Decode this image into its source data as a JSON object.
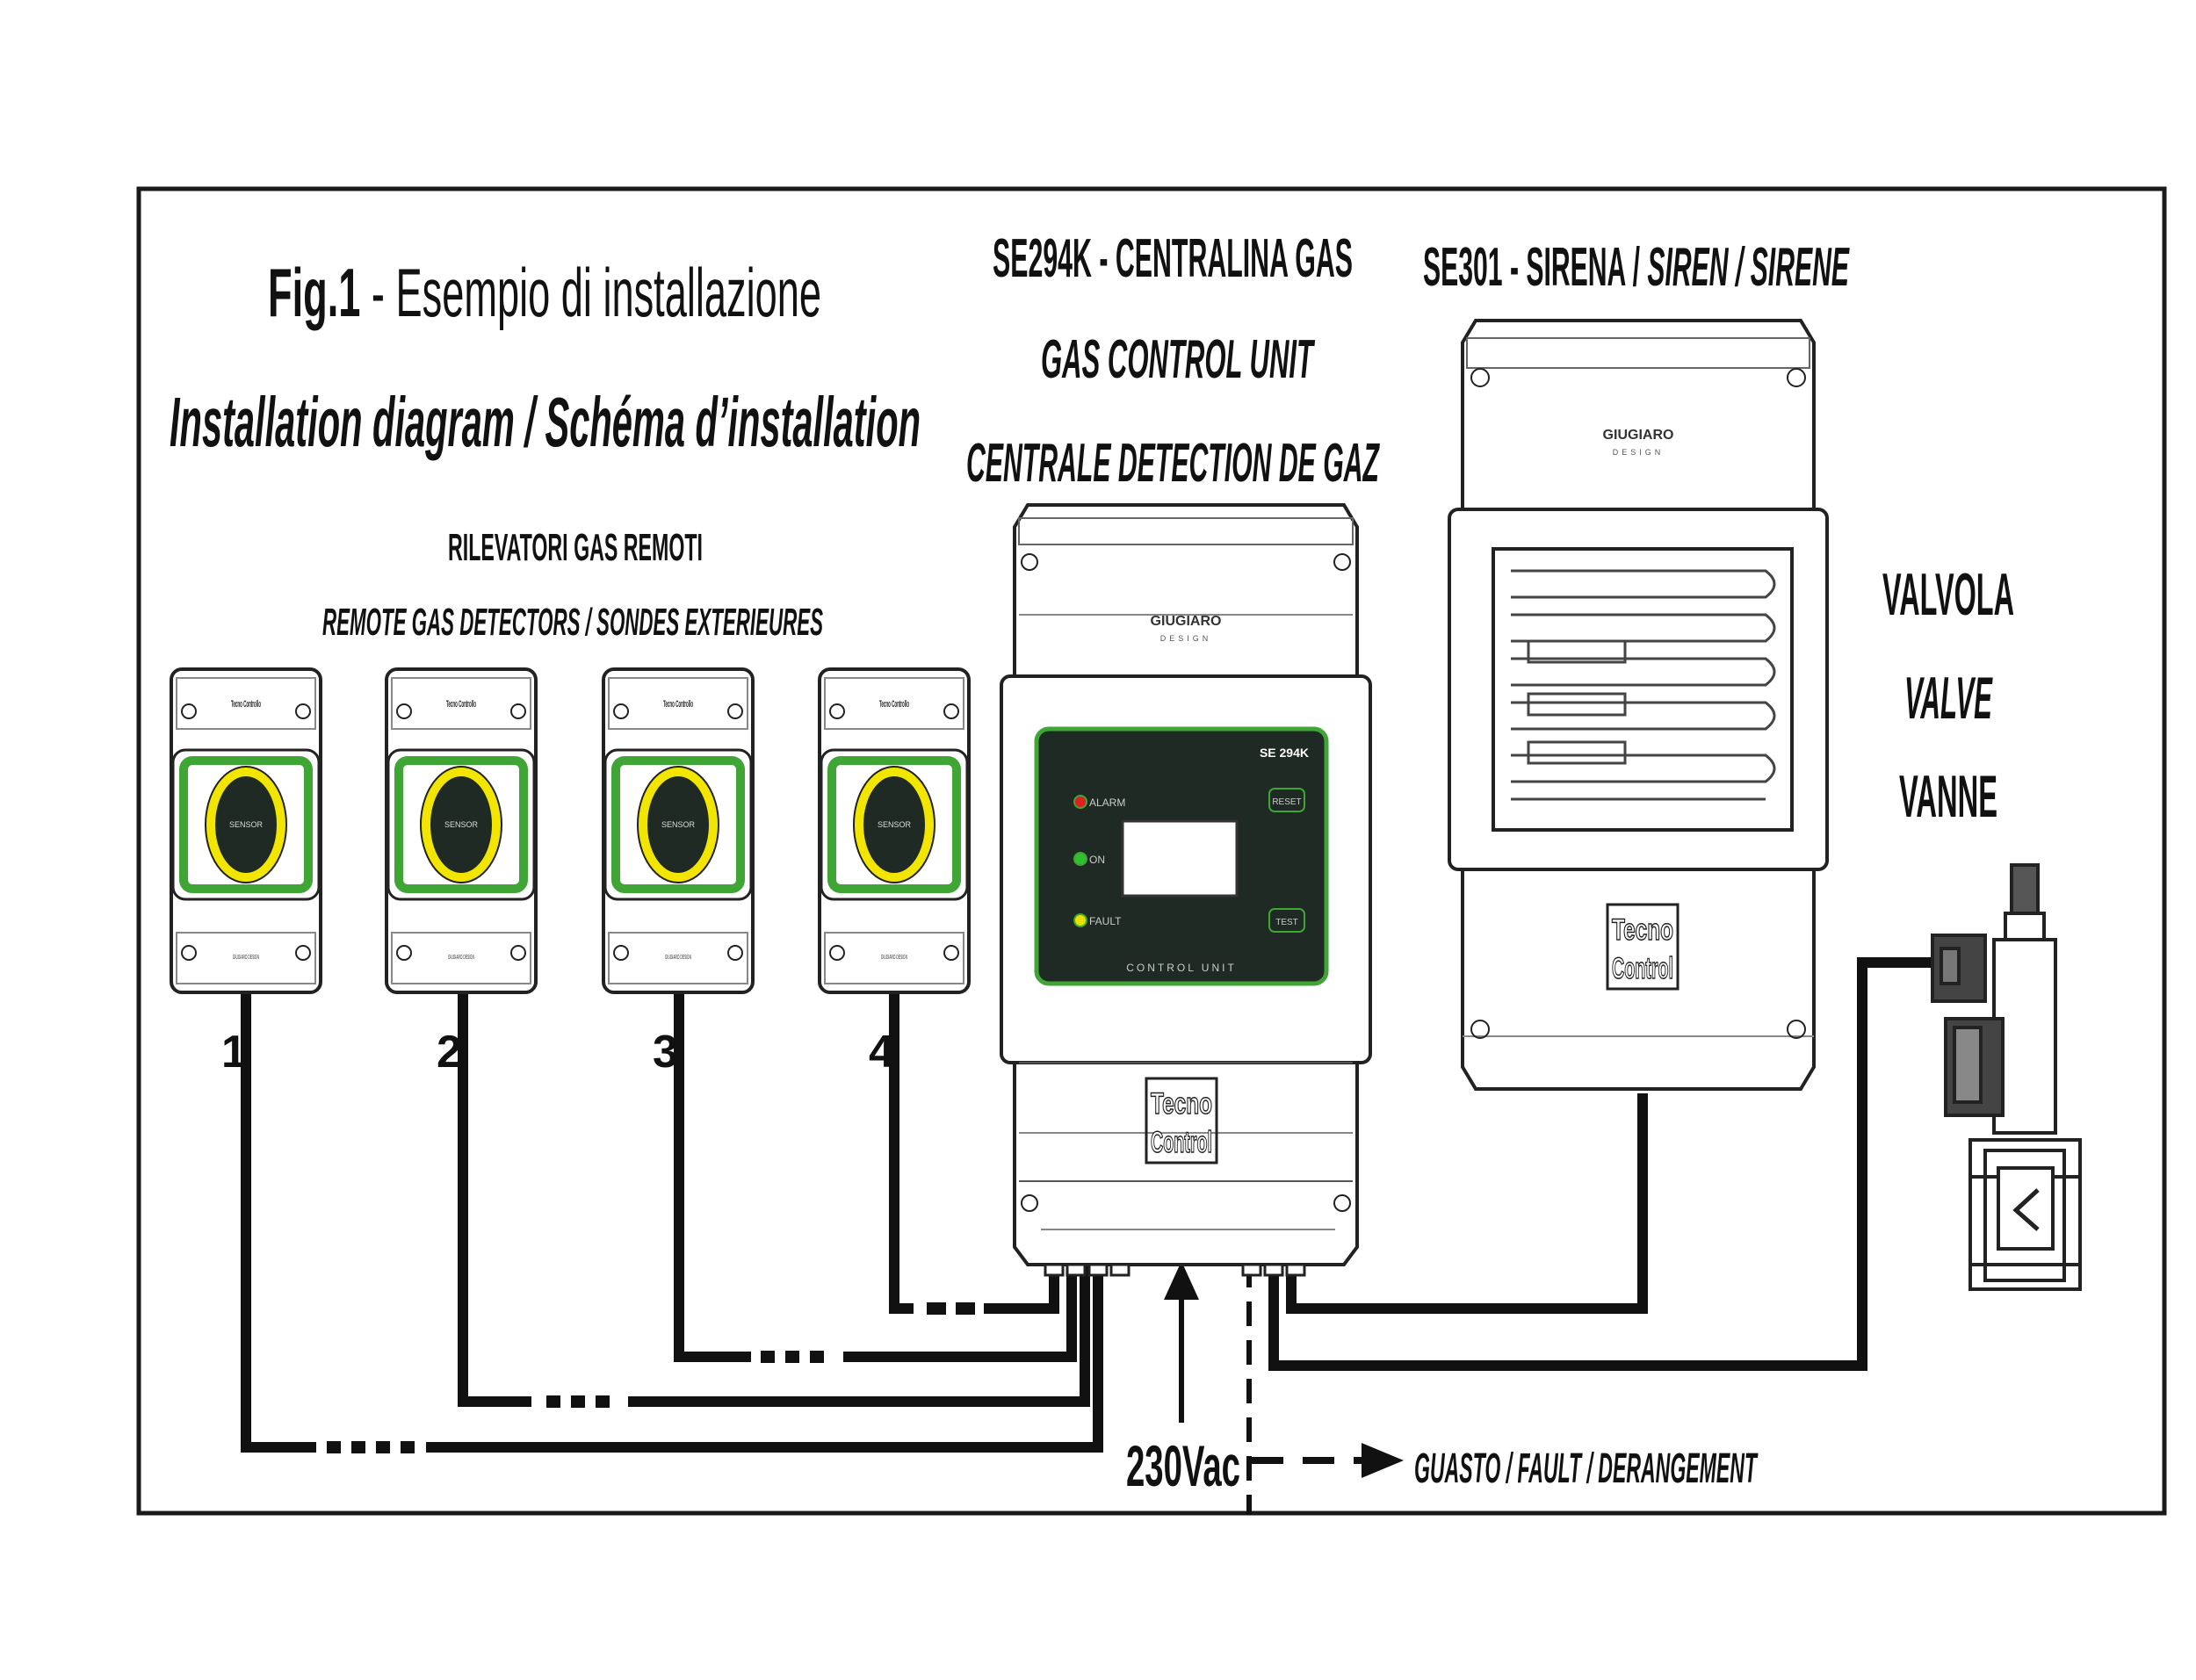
{
  "title": {
    "fig": "Fig.1",
    "main": " - Esempio di installazione",
    "sub": "Installation diagram / Schéma d’installation"
  },
  "detectors": {
    "heading_it": "RILEVATORI GAS REMOTI",
    "heading_en_fr": "REMOTE GAS DETECTORS / SONDES EXTERIEURES",
    "brand_top": "Tecno Controllo",
    "sensor_label": "SENSOR",
    "brand_bottom": "GIUGIARO DESIGN",
    "items": [
      {
        "number": "1"
      },
      {
        "number": "2"
      },
      {
        "number": "3"
      },
      {
        "number": "4"
      }
    ]
  },
  "control_unit": {
    "title_line1": "SE294K - CENTRALINA GAS",
    "title_line2": "GAS CONTROL UNIT",
    "title_line3": "CENTRALE DETECTION DE GAZ",
    "brand_top": "GIUGIARO",
    "brand_top_sub": "DESIGN",
    "model_badge": "SE 294K",
    "led_alarm": "ALARM",
    "led_on": "ON",
    "led_fault": "FAULT",
    "btn_reset": "RESET",
    "btn_test": "TEST",
    "panel_caption": "CONTROL UNIT",
    "logo_line1": "Tecno",
    "logo_line2": "Control"
  },
  "siren": {
    "title_plain": "SE301 - SIRENA / ",
    "title_italic": "SIREN / SIRENE",
    "brand_top": "GIUGIARO",
    "brand_top_sub": "DESIGN",
    "logo_line1": "Tecno",
    "logo_line2": "Control"
  },
  "valve": {
    "label_it": "VALVOLA",
    "label_en": "VALVE",
    "label_fr": "VANNE"
  },
  "power": {
    "label": "230Vac"
  },
  "fault_output": {
    "label": "GUASTO / FAULT / DERANGEMENT"
  },
  "colors": {
    "frame": "#1a1a1a",
    "sensor_green": "#3fa535",
    "sensor_yellow": "#f2e600",
    "panel_dark": "#1f2a24",
    "led_red": "#e02020",
    "led_green": "#30c030",
    "led_yellow": "#e8e000"
  }
}
